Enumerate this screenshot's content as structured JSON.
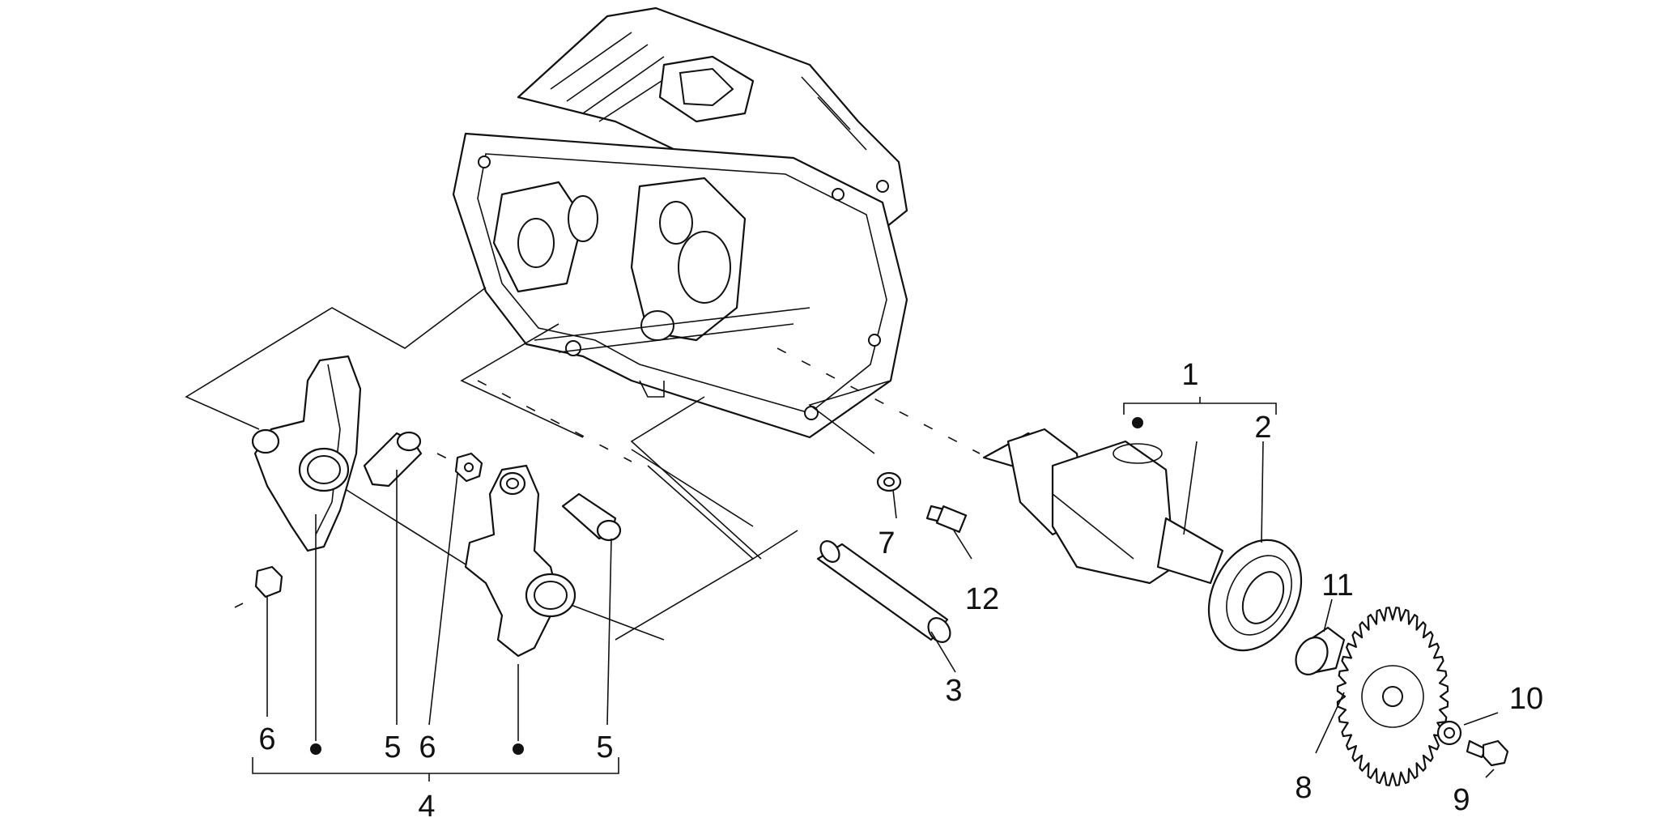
{
  "callouts": [
    {
      "id": "c1",
      "text": "1"
    },
    {
      "id": "c2",
      "text": "2"
    },
    {
      "id": "c3",
      "text": "3"
    },
    {
      "id": "c4",
      "text": "4"
    },
    {
      "id": "c5a",
      "text": "5"
    },
    {
      "id": "c5b",
      "text": "5"
    },
    {
      "id": "c6a",
      "text": "6"
    },
    {
      "id": "c6b",
      "text": "6"
    },
    {
      "id": "c7",
      "text": "7"
    },
    {
      "id": "c8",
      "text": "8"
    },
    {
      "id": "c9",
      "text": "9"
    },
    {
      "id": "c10",
      "text": "10"
    },
    {
      "id": "c11",
      "text": "11"
    },
    {
      "id": "c12",
      "text": "12"
    }
  ],
  "markers": [
    "assembly-dot-1",
    "assembly-dot-4a",
    "assembly-dot-4b"
  ],
  "colors": {
    "line": "#111111",
    "background": "#ffffff"
  }
}
